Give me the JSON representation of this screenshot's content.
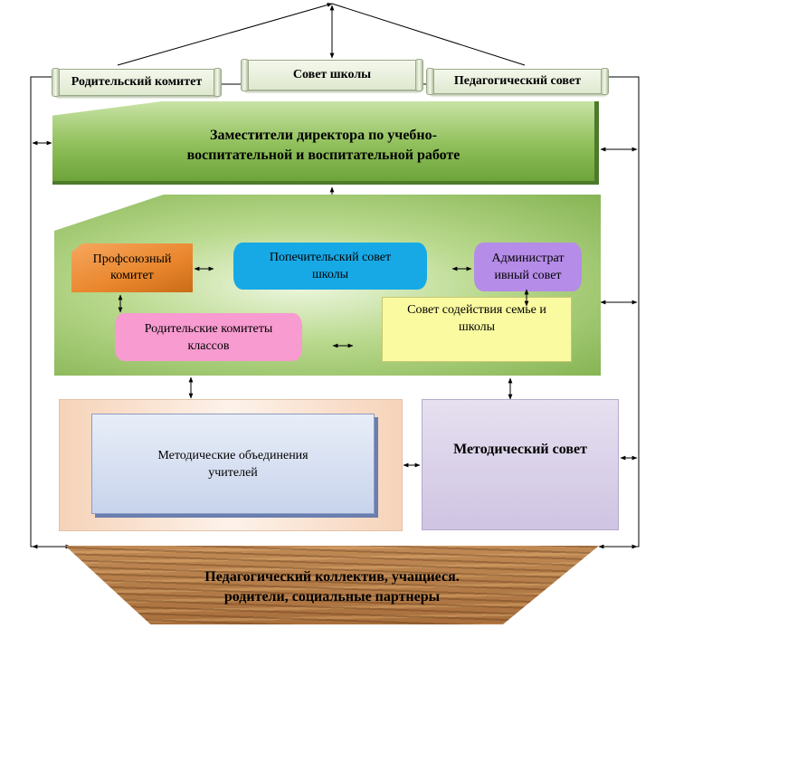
{
  "top_bodies": {
    "parent_committee": "Родительский комитет",
    "school_council": "Совет школы",
    "pedagogical_council": "Педагогический совет"
  },
  "deputy_directors": {
    "line1": "Заместители директора по учебно-",
    "line2": "воспитательной и воспитательной работе"
  },
  "middle_block": {
    "trade_union": {
      "line1": "Профсоюзный",
      "line2": "комитет"
    },
    "board_of_trustees": {
      "line1": "Попечительский совет",
      "line2": "школы"
    },
    "admin_council": {
      "line1": "Администрат",
      "line2": "ивный совет"
    },
    "class_parent_committees": {
      "line1": "Родительские комитеты",
      "line2": "классов"
    },
    "family_school_council": {
      "line1": "Совет содействия семье и",
      "line2": "школы"
    }
  },
  "methodical_associations": {
    "line1": "Методические объединения",
    "line2": "учителей"
  },
  "methodical_council": "Методический совет",
  "base": {
    "line1": "Педагогический коллектив, учащиеся.",
    "line2": "родители, социальные партнеры"
  },
  "colors": {
    "green_band": "#8fbf5a",
    "middle_block": "#9bc26a",
    "orange": "#e9862c",
    "blue": "#17a9e6",
    "purple": "#b58ce8",
    "pink": "#f79bd0",
    "yellow": "#fafaa0",
    "peach": "#f6d3b9",
    "lavender": "#d9d0e8",
    "wood": "#b07b48"
  }
}
